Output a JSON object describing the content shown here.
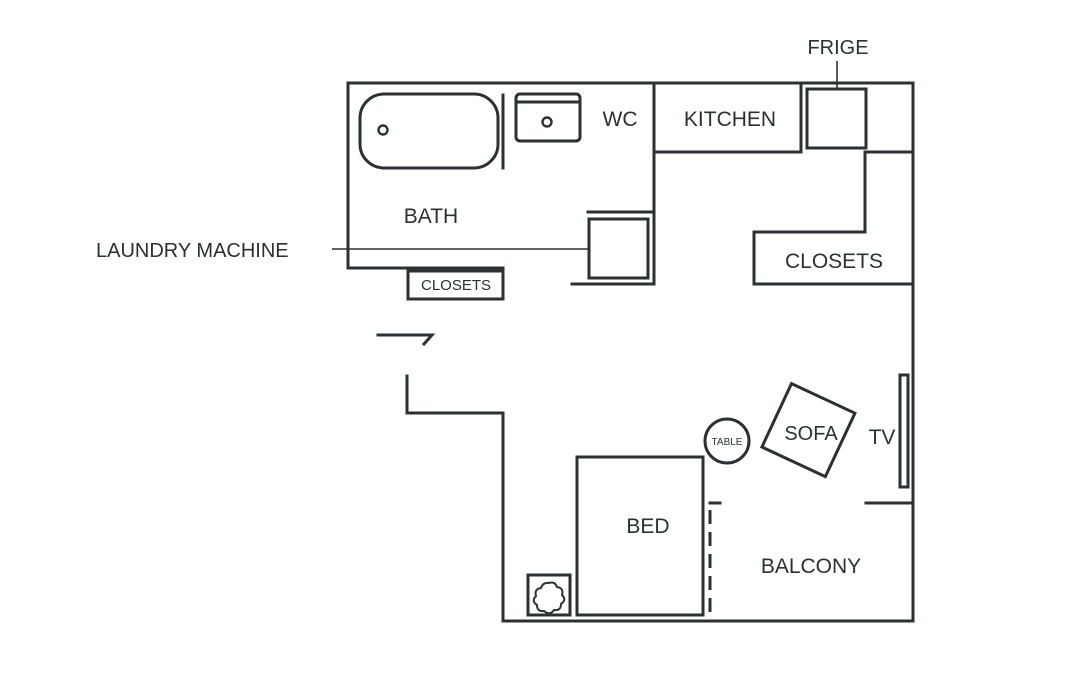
{
  "labels": {
    "frige": "FRIGE",
    "wc": "WC",
    "kitchen": "KITCHEN",
    "bath": "BATH",
    "laundry": "LAUNDRY  MACHINE",
    "closets_small": "CLOSETS",
    "closets_right": "CLOSETS",
    "sofa": "SOFA",
    "table": "TABLE",
    "tv": "TV",
    "bed": "BED",
    "balcony": "BALCONY"
  },
  "colors": {
    "stroke": "#2b3033",
    "background": "#ffffff"
  },
  "icons": {
    "bathtub": "bathtub-icon",
    "sink": "sink-icon",
    "plant": "plant-icon"
  }
}
